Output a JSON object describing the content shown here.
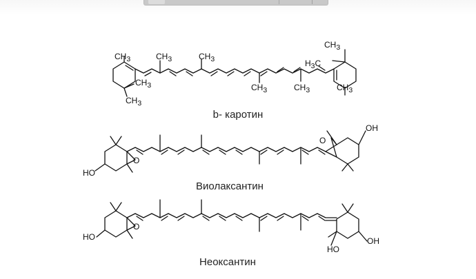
{
  "captions": {
    "beta_carotene": "b- каротин",
    "violaxanthin": "Виолаксантин",
    "neoxanthin": "Неоксантин"
  },
  "atoms": {
    "ch3": "CH3",
    "ch3_text": "CH",
    "ch3_sub": "3",
    "h3c_text": "H",
    "h3c_sub": "3",
    "h3c_c": "C",
    "oh": "OH",
    "ho": "HO",
    "o": "O"
  }
}
